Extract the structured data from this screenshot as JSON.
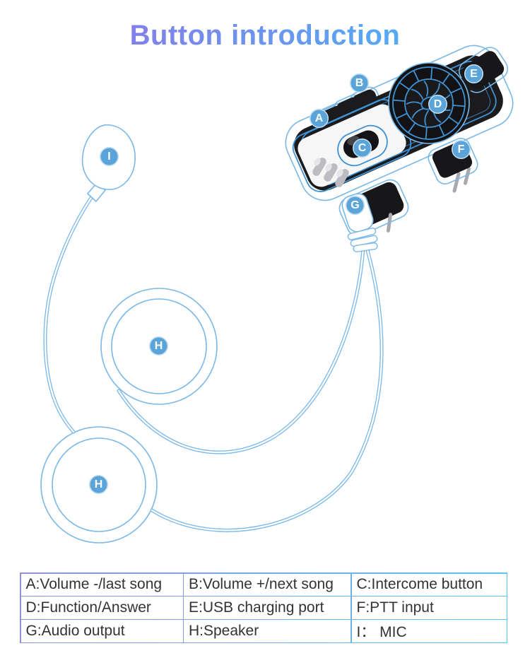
{
  "title": "Button introduction",
  "diagram": {
    "callouts": {
      "A": "A",
      "B": "B",
      "C": "C",
      "D": "D",
      "E": "E",
      "F": "F",
      "G": "G",
      "H1": "H",
      "H2": "H",
      "I": "I"
    },
    "parts": [
      "main-unit",
      "jog-dial",
      "usb-cover-flap",
      "ptt-connector",
      "audio-plug",
      "microphone",
      "speaker",
      "speaker"
    ]
  },
  "legend": {
    "rows": [
      [
        "A:Volume -/last song",
        "B:Volume +/next song",
        "C:Intercome button"
      ],
      [
        "D:Function/Answer",
        "E:USB charging port",
        "F:PTT input"
      ],
      [
        "G:Audio output",
        "H:Speaker",
        "I： MIC"
      ]
    ]
  },
  "colors": {
    "accent_blue": "#5aa4da",
    "sketch_blue": "#7ab8e8",
    "device_blue": "#3f93d4",
    "title_gradient_start": "#8280ea",
    "title_gradient_end": "#55aaf2",
    "table_border_start": "#9191d6",
    "table_border_end": "#5cc4ee"
  }
}
